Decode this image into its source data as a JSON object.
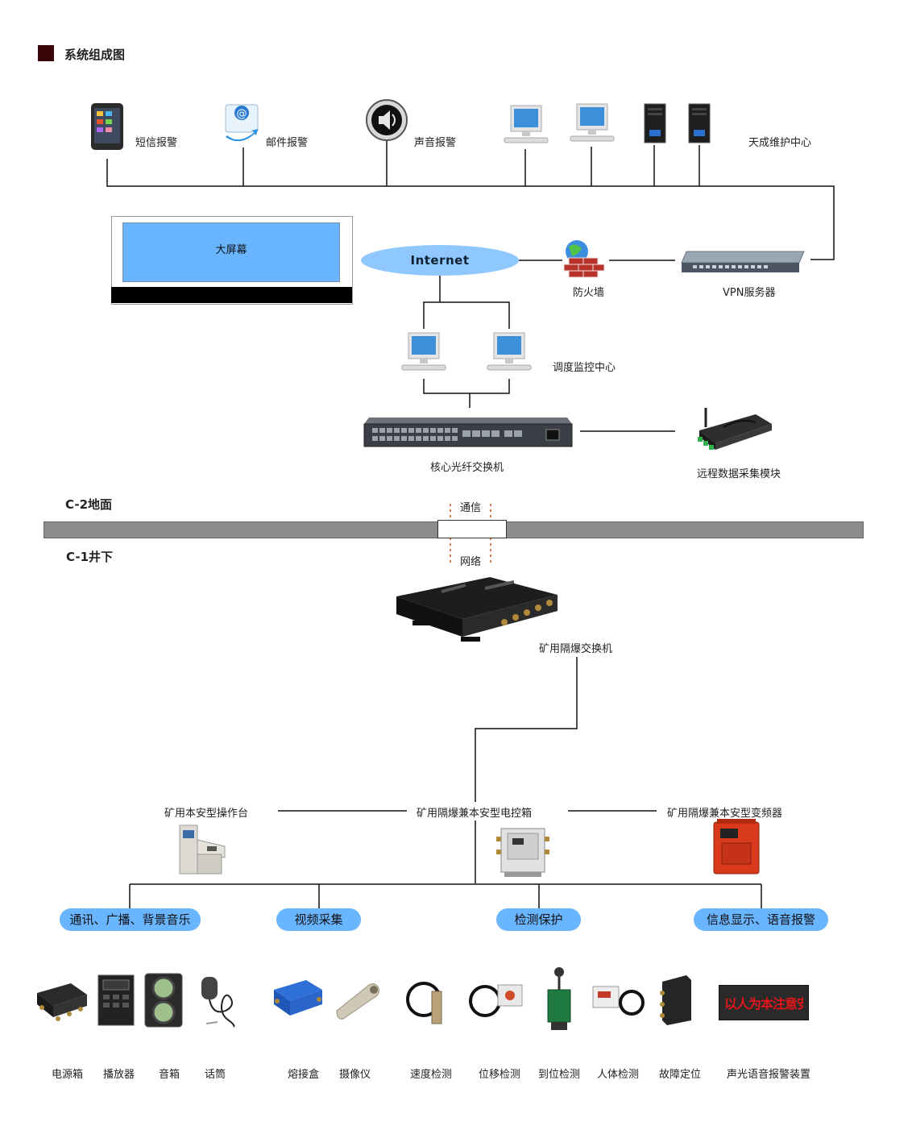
{
  "title": "系统组成图",
  "zones": {
    "surface": "C-2地面",
    "underground": "C-1井下"
  },
  "top": {
    "sms_alarm": "短信报警",
    "mail_alarm": "邮件报警",
    "sound_alarm": "声音报警",
    "maintenance_center": "天成维护中心"
  },
  "big_screen": "大屏幕",
  "internet": "Internet",
  "firewall": "防火墙",
  "vpn_server": "VPN服务器",
  "dispatch_center": "调度监控中心",
  "core_switch": "核心光纤交换机",
  "remote_module": "远程数据采集模块",
  "link": {
    "top": "通信",
    "bottom": "网络"
  },
  "mine_switch": "矿用隔爆交换机",
  "console": "矿用本安型操作台",
  "control_box": "矿用隔爆兼本安型电控箱",
  "inverter": "矿用隔爆兼本安型变频器",
  "categories": [
    "通讯、广播、背景音乐",
    "视频采集",
    "检测保护",
    "信息显示、语音报警"
  ],
  "devices": [
    "电源箱",
    "播放器",
    "音箱",
    "话筒",
    "熔接盒",
    "摄像仪",
    "速度检测",
    "位移检测",
    "到位检测",
    "人体检测",
    "故障定位",
    "声光语音报警装置"
  ],
  "led_sign_text": "以人为本注意安全",
  "colors": {
    "pill": "#6ab5ff",
    "screen": "#6ab5ff",
    "cloud": "#8fc8ff",
    "ground": "#8c8c8c",
    "led": "#e0161b",
    "mine_red": "#d93a1c"
  }
}
